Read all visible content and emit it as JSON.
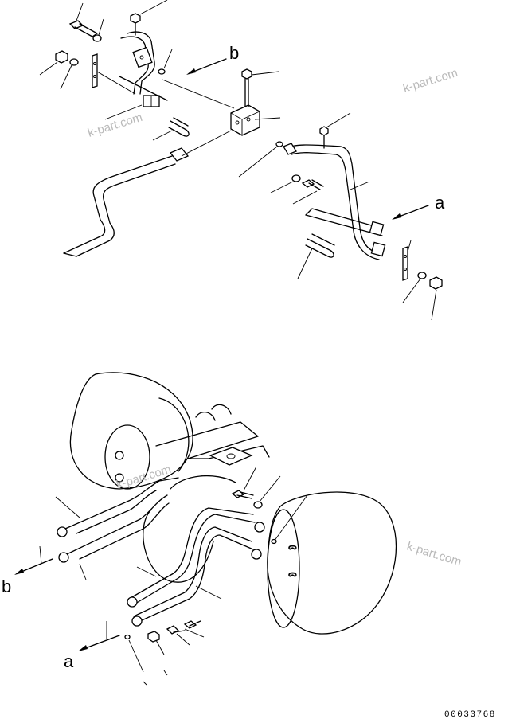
{
  "labels": {
    "top_b": "b",
    "top_a": "a",
    "bottom_b": "b",
    "bottom_a": "a"
  },
  "watermarks": {
    "w1": "k-part.com",
    "w2": "k-part.com",
    "w3": "k-part.com",
    "w4": "k-part.com"
  },
  "drawing_code": "00033768"
}
